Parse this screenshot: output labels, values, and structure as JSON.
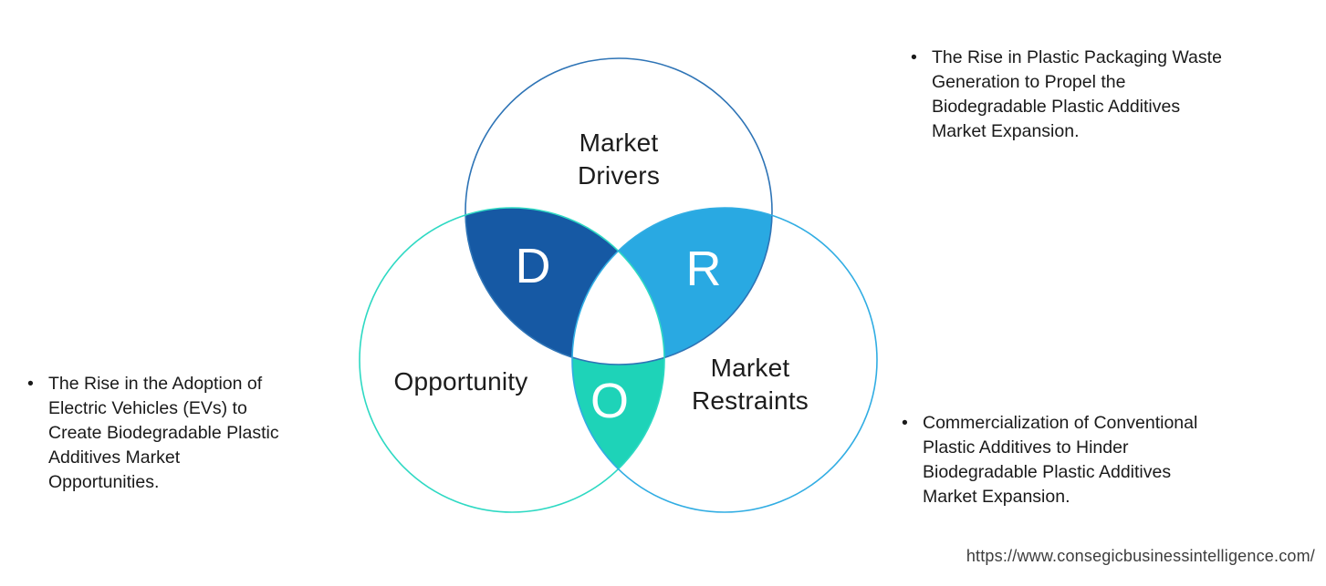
{
  "venn": {
    "drivers": {
      "label": "Market\nDrivers",
      "letter": "D",
      "outline_color": "#2e74b6",
      "fill_color": "#1659a4"
    },
    "restraints": {
      "label": "Market\nRestraints",
      "letter": "R",
      "outline_color": "#31ade3",
      "fill_color": "#29a9e2"
    },
    "opportunity": {
      "label": "Opportunity",
      "letter": "O",
      "outline_color": "#2ed9c3",
      "fill_color": "#1ed3b8"
    }
  },
  "bullets": {
    "marker": "•",
    "drivers_note": "The Rise in Plastic Packaging Waste\nGeneration to Propel the\nBiodegradable Plastic Additives\nMarket Expansion.",
    "opportunity_note": "The Rise in the Adoption of\nElectric Vehicles (EVs) to\nCreate Biodegradable Plastic\nAdditives Market\nOpportunities.",
    "restraints_note": "Commercialization of Conventional\nPlastic Additives to Hinder\nBiodegradable Plastic Additives\nMarket Expansion."
  },
  "footer": {
    "url": "https://www.consegicbusinessintelligence.com/"
  }
}
